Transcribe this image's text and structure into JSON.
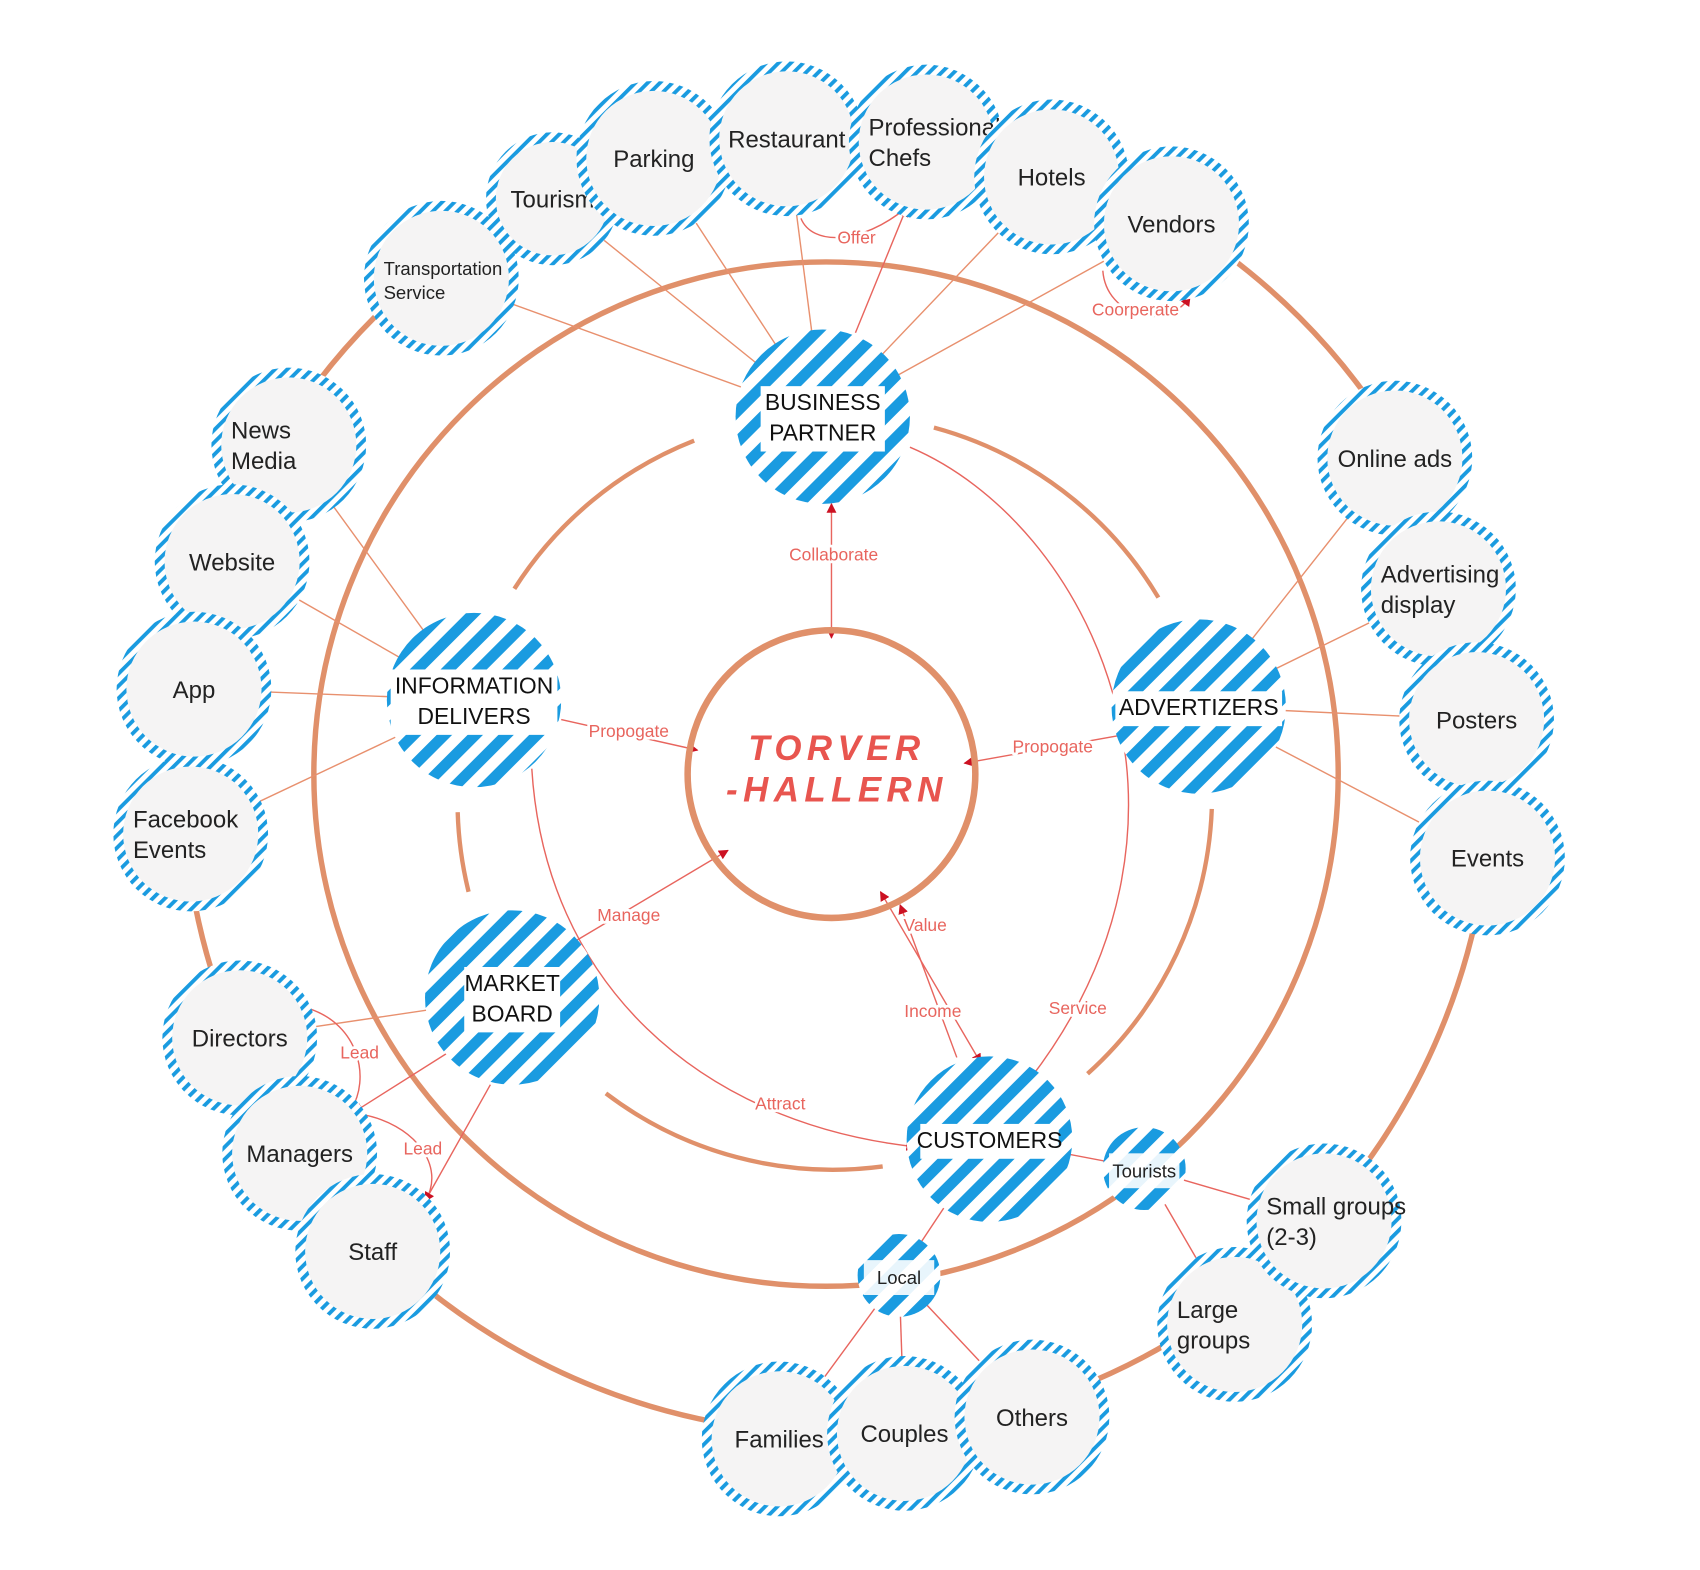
{
  "center": {
    "lines": [
      "TORVER",
      "-HALLERN"
    ]
  },
  "colors": {
    "ring": "#e0906a",
    "stripe": "#1a9be0",
    "edge": "#e8655e",
    "arrow": "#cc1122",
    "node_fill": "#f5f4f4"
  },
  "main_nodes": [
    {
      "id": "business",
      "lines": [
        "BUSINESS",
        "PARTNER"
      ]
    },
    {
      "id": "info",
      "lines": [
        "INFORMATION",
        "DELIVERS"
      ]
    },
    {
      "id": "adv",
      "lines": [
        "ADVERTIZERS"
      ]
    },
    {
      "id": "market",
      "lines": [
        "MARKET",
        "BOARD"
      ]
    },
    {
      "id": "customers",
      "lines": [
        "CUSTOMERS"
      ]
    },
    {
      "id": "tourists",
      "lines": [
        "Tourists"
      ]
    },
    {
      "id": "local",
      "lines": [
        "Local"
      ]
    }
  ],
  "outer_nodes": [
    {
      "id": "tourism",
      "lines": [
        "Tourism"
      ]
    },
    {
      "id": "parking",
      "lines": [
        "Parking"
      ]
    },
    {
      "id": "restaurant",
      "lines": [
        "Restaurant"
      ]
    },
    {
      "id": "chefs",
      "lines": [
        "Professional",
        "Chefs"
      ]
    },
    {
      "id": "hotels",
      "lines": [
        "Hotels"
      ]
    },
    {
      "id": "vendors",
      "lines": [
        "Vendors"
      ]
    },
    {
      "id": "transport",
      "lines": [
        "Transportation",
        "Service"
      ]
    },
    {
      "id": "news",
      "lines": [
        "News",
        "Media"
      ]
    },
    {
      "id": "website",
      "lines": [
        "Website"
      ]
    },
    {
      "id": "app",
      "lines": [
        "App"
      ]
    },
    {
      "id": "fbevents",
      "lines": [
        "Facebook",
        "Events"
      ]
    },
    {
      "id": "directors",
      "lines": [
        "Directors"
      ]
    },
    {
      "id": "managers",
      "lines": [
        "Managers"
      ]
    },
    {
      "id": "staff",
      "lines": [
        "Staff"
      ]
    },
    {
      "id": "families",
      "lines": [
        "Families"
      ]
    },
    {
      "id": "couples",
      "lines": [
        "Couples"
      ]
    },
    {
      "id": "others",
      "lines": [
        "Others"
      ]
    },
    {
      "id": "large",
      "lines": [
        "Large",
        "groups"
      ]
    },
    {
      "id": "smallg",
      "lines": [
        "Small groups",
        "(2-3)"
      ]
    },
    {
      "id": "onlineads",
      "lines": [
        "Online ads"
      ]
    },
    {
      "id": "addisplay",
      "lines": [
        "Advertising",
        "display"
      ]
    },
    {
      "id": "posters",
      "lines": [
        "Posters"
      ]
    },
    {
      "id": "events",
      "lines": [
        "Events"
      ]
    }
  ],
  "edge_labels": {
    "collaborate": "Collaborate",
    "propogate_left": "Propogate",
    "propogate_right": "Propogate",
    "manage": "Manage",
    "value": "Value",
    "income": "Income",
    "service": "Service",
    "attract": "Attract",
    "offer": "Offer",
    "coorperate": "Coorperate",
    "lead1": "Lead",
    "lead2": "Lead"
  }
}
